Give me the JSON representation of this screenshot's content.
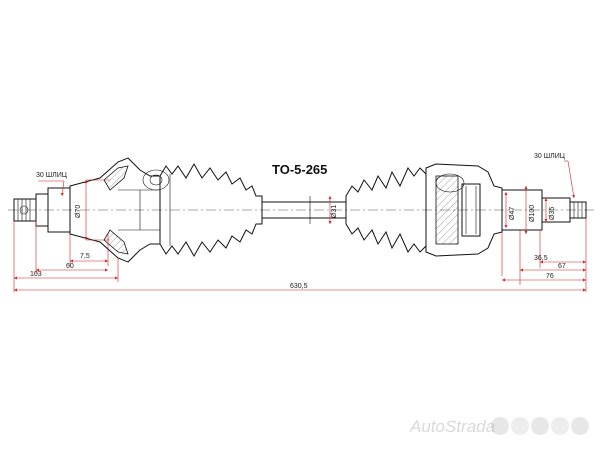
{
  "title": "TO-5-265",
  "watermark": "AutoStrada",
  "splines": {
    "left": "30 ШЛИЦ",
    "right": "30 ШЛИЦ"
  },
  "diameters": {
    "outer_joint": "Ø70",
    "shaft": "Ø31",
    "inner_1": "Ø47",
    "inner_2": "Ø100",
    "inner_3": "Ø35"
  },
  "dimensions": {
    "left_103": "103",
    "left_60": "60",
    "left_7_5": "7,5",
    "total": "630,5",
    "right_36_5": "36,5",
    "right_67": "67",
    "right_76": "76"
  },
  "colors": {
    "dimension_lines": "#d62020",
    "outline": "#111111"
  }
}
